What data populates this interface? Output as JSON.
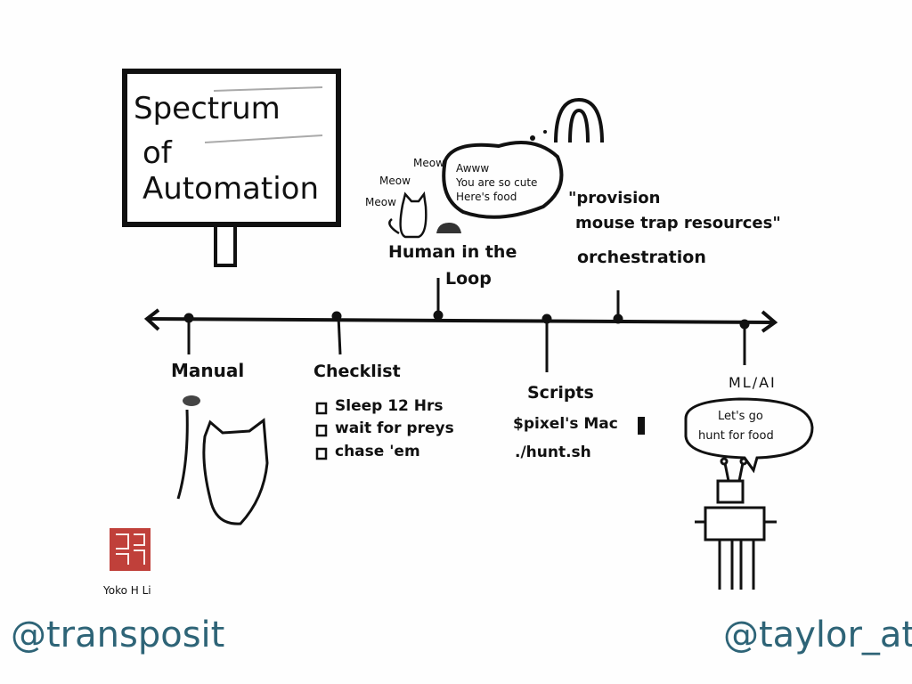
{
  "sign": {
    "line1": "Spectrum",
    "line2": "of",
    "line3": "Automation"
  },
  "timeline": {
    "above": [
      {
        "label_line1": "Human in the",
        "label_line2": "Loop"
      },
      {
        "label_line1": "\"provision",
        "label_line2": "mouse trap resources\"",
        "label_line3": "orchestration"
      }
    ],
    "below": [
      {
        "label": "Manual"
      },
      {
        "label": "Checklist",
        "items": [
          "Sleep 12 Hrs",
          "wait for preys",
          "chase 'em"
        ]
      },
      {
        "label": "Scripts",
        "lines": [
          "$pixel's Mac",
          "./hunt.sh"
        ]
      },
      {
        "label": "ML/AI",
        "speech": [
          "Let's go",
          "hunt for food"
        ]
      }
    ]
  },
  "human_loop_scene": {
    "meows": [
      "Meow",
      "Meow",
      "Meow"
    ],
    "thought": [
      "Awww",
      "You are so cute",
      "Here's food"
    ]
  },
  "signature": {
    "stamp": "Yoko H Li seal",
    "name": "Yoko H Li"
  },
  "handles": {
    "left": "@transposit",
    "right": "@taylor_atx"
  },
  "colors": {
    "ink": "#111111",
    "handle": "#2e6477",
    "stamp": "#c0403a"
  }
}
